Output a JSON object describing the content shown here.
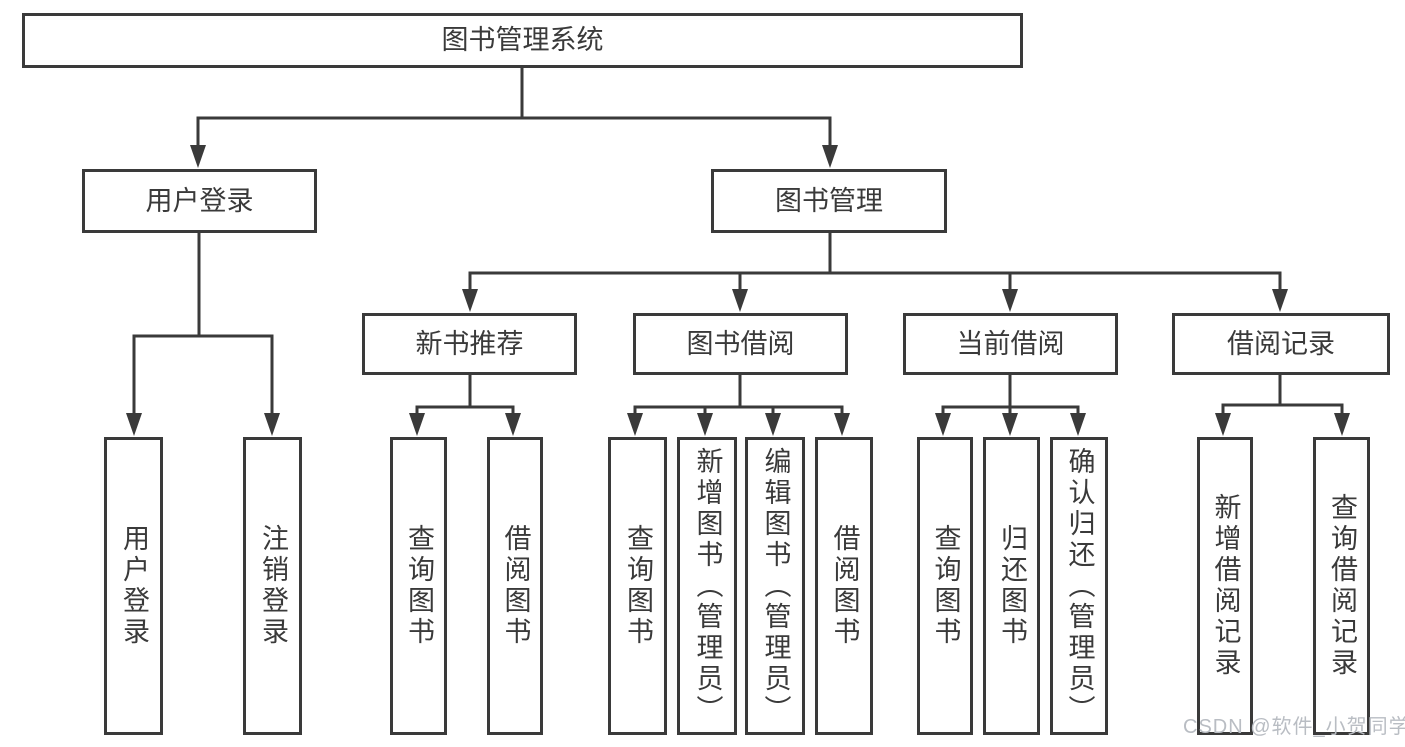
{
  "diagram_type": "hierarchy-tree",
  "tree": {
    "label": "图书管理系统",
    "children": [
      {
        "label": "用户登录",
        "children": [
          {
            "label": "用户登录"
          },
          {
            "label": "注销登录"
          }
        ]
      },
      {
        "label": "图书管理",
        "children": [
          {
            "label": "新书推荐",
            "children": [
              {
                "label": "查询图书"
              },
              {
                "label": "借阅图书"
              }
            ]
          },
          {
            "label": "图书借阅",
            "children": [
              {
                "label": "查询图书"
              },
              {
                "label": "新增图书（管理员）"
              },
              {
                "label": "编辑图书（管理员）"
              },
              {
                "label": "借阅图书"
              }
            ]
          },
          {
            "label": "当前借阅",
            "children": [
              {
                "label": "查询图书"
              },
              {
                "label": "归还图书"
              },
              {
                "label": "确认归还（管理员）"
              }
            ]
          },
          {
            "label": "借阅记录",
            "children": [
              {
                "label": "新增借阅记录"
              },
              {
                "label": "查询借阅记录"
              }
            ]
          }
        ]
      }
    ]
  },
  "watermark": {
    "text": "CSDN @软件_小贺同学"
  },
  "colors": {
    "line": "#3a3a3a",
    "text": "#3a3a3a",
    "background": "#ffffff",
    "watermark": "#b9bdc3"
  }
}
